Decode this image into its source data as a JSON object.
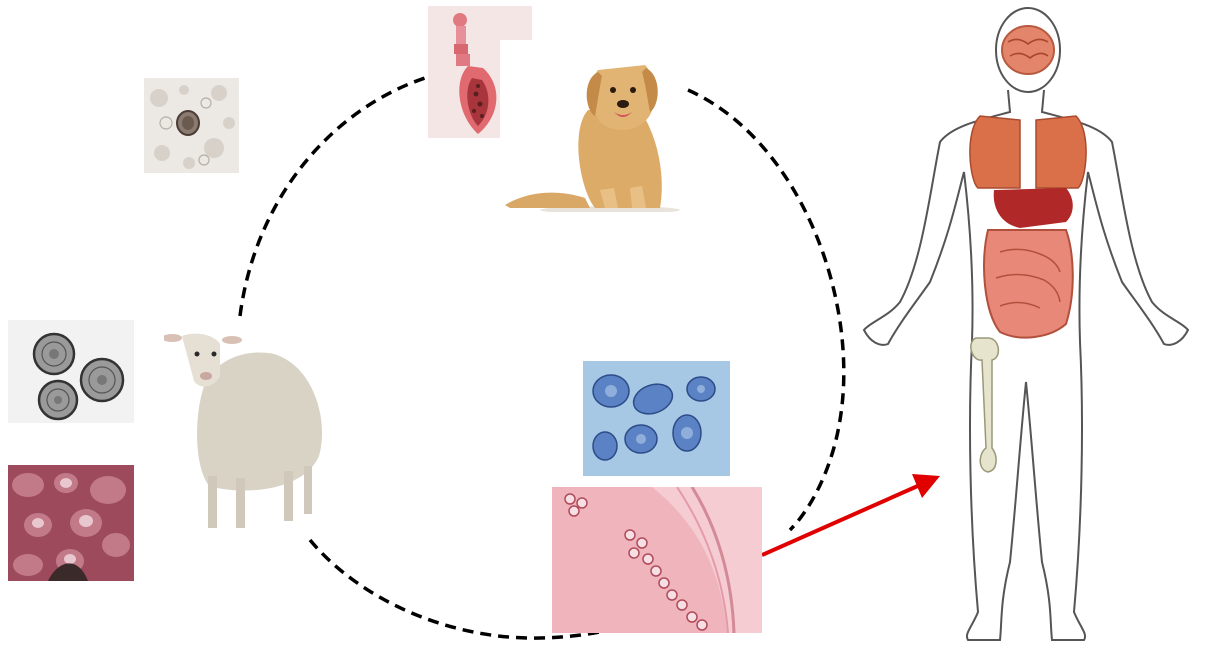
{
  "diagram": {
    "nodes": [
      {
        "id": "egg-microscopy",
        "icon": "parasite-egg-micrograph-icon"
      },
      {
        "id": "adult-tapeworm",
        "icon": "adult-tapeworm-icon"
      },
      {
        "id": "definitive-host",
        "icon": "dog-icon"
      },
      {
        "id": "intermediate-host",
        "icon": "sheep-icon"
      },
      {
        "id": "egg-cluster",
        "icon": "egg-cluster-micrograph-icon"
      },
      {
        "id": "hydatid-cysts",
        "icon": "hydatid-cyst-tissue-icon"
      },
      {
        "id": "protoscolices",
        "icon": "protoscolex-micrograph-icon"
      },
      {
        "id": "cyst-histology",
        "icon": "cyst-histology-icon"
      },
      {
        "id": "human-host",
        "icon": "human-body-organs-icon"
      }
    ],
    "edges": [
      {
        "from": "definitive-host",
        "to": "intermediate-host",
        "style": "dashed-cycle"
      },
      {
        "from": "cyst-histology",
        "to": "human-host",
        "style": "solid-arrow"
      }
    ],
    "colors": {
      "cycle_line": "#000000",
      "arrow": "#e00000",
      "body_outline": "#555555"
    }
  }
}
